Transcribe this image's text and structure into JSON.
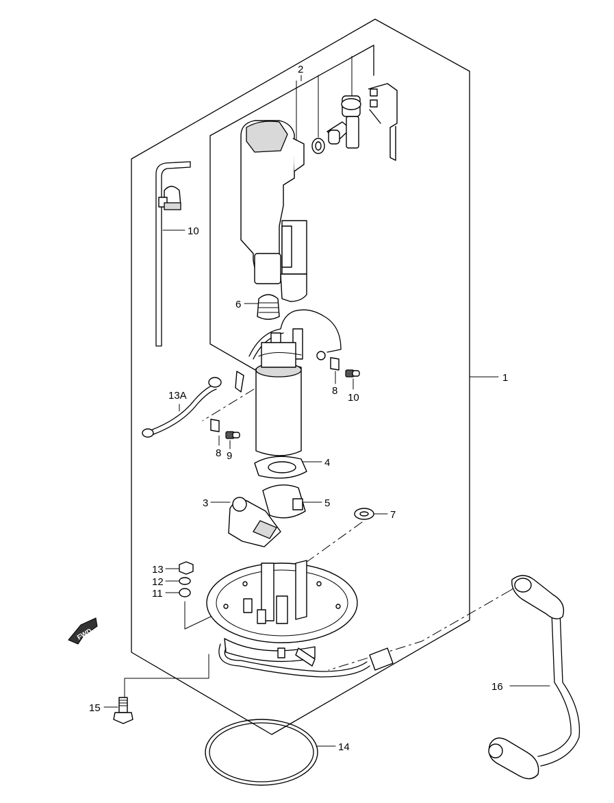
{
  "callouts": {
    "c1": "1",
    "c2": "2",
    "c3": "3",
    "c4": "4",
    "c5": "5",
    "c6": "6",
    "c7": "7",
    "c8a": "8",
    "c8b": "8",
    "c9": "9",
    "c10a": "10",
    "c10b": "10",
    "c11": "11",
    "c12": "12",
    "c13": "13",
    "c13a": "13A",
    "c14": "14",
    "c15": "15",
    "c16": "16"
  },
  "fwd_label": "FWD"
}
